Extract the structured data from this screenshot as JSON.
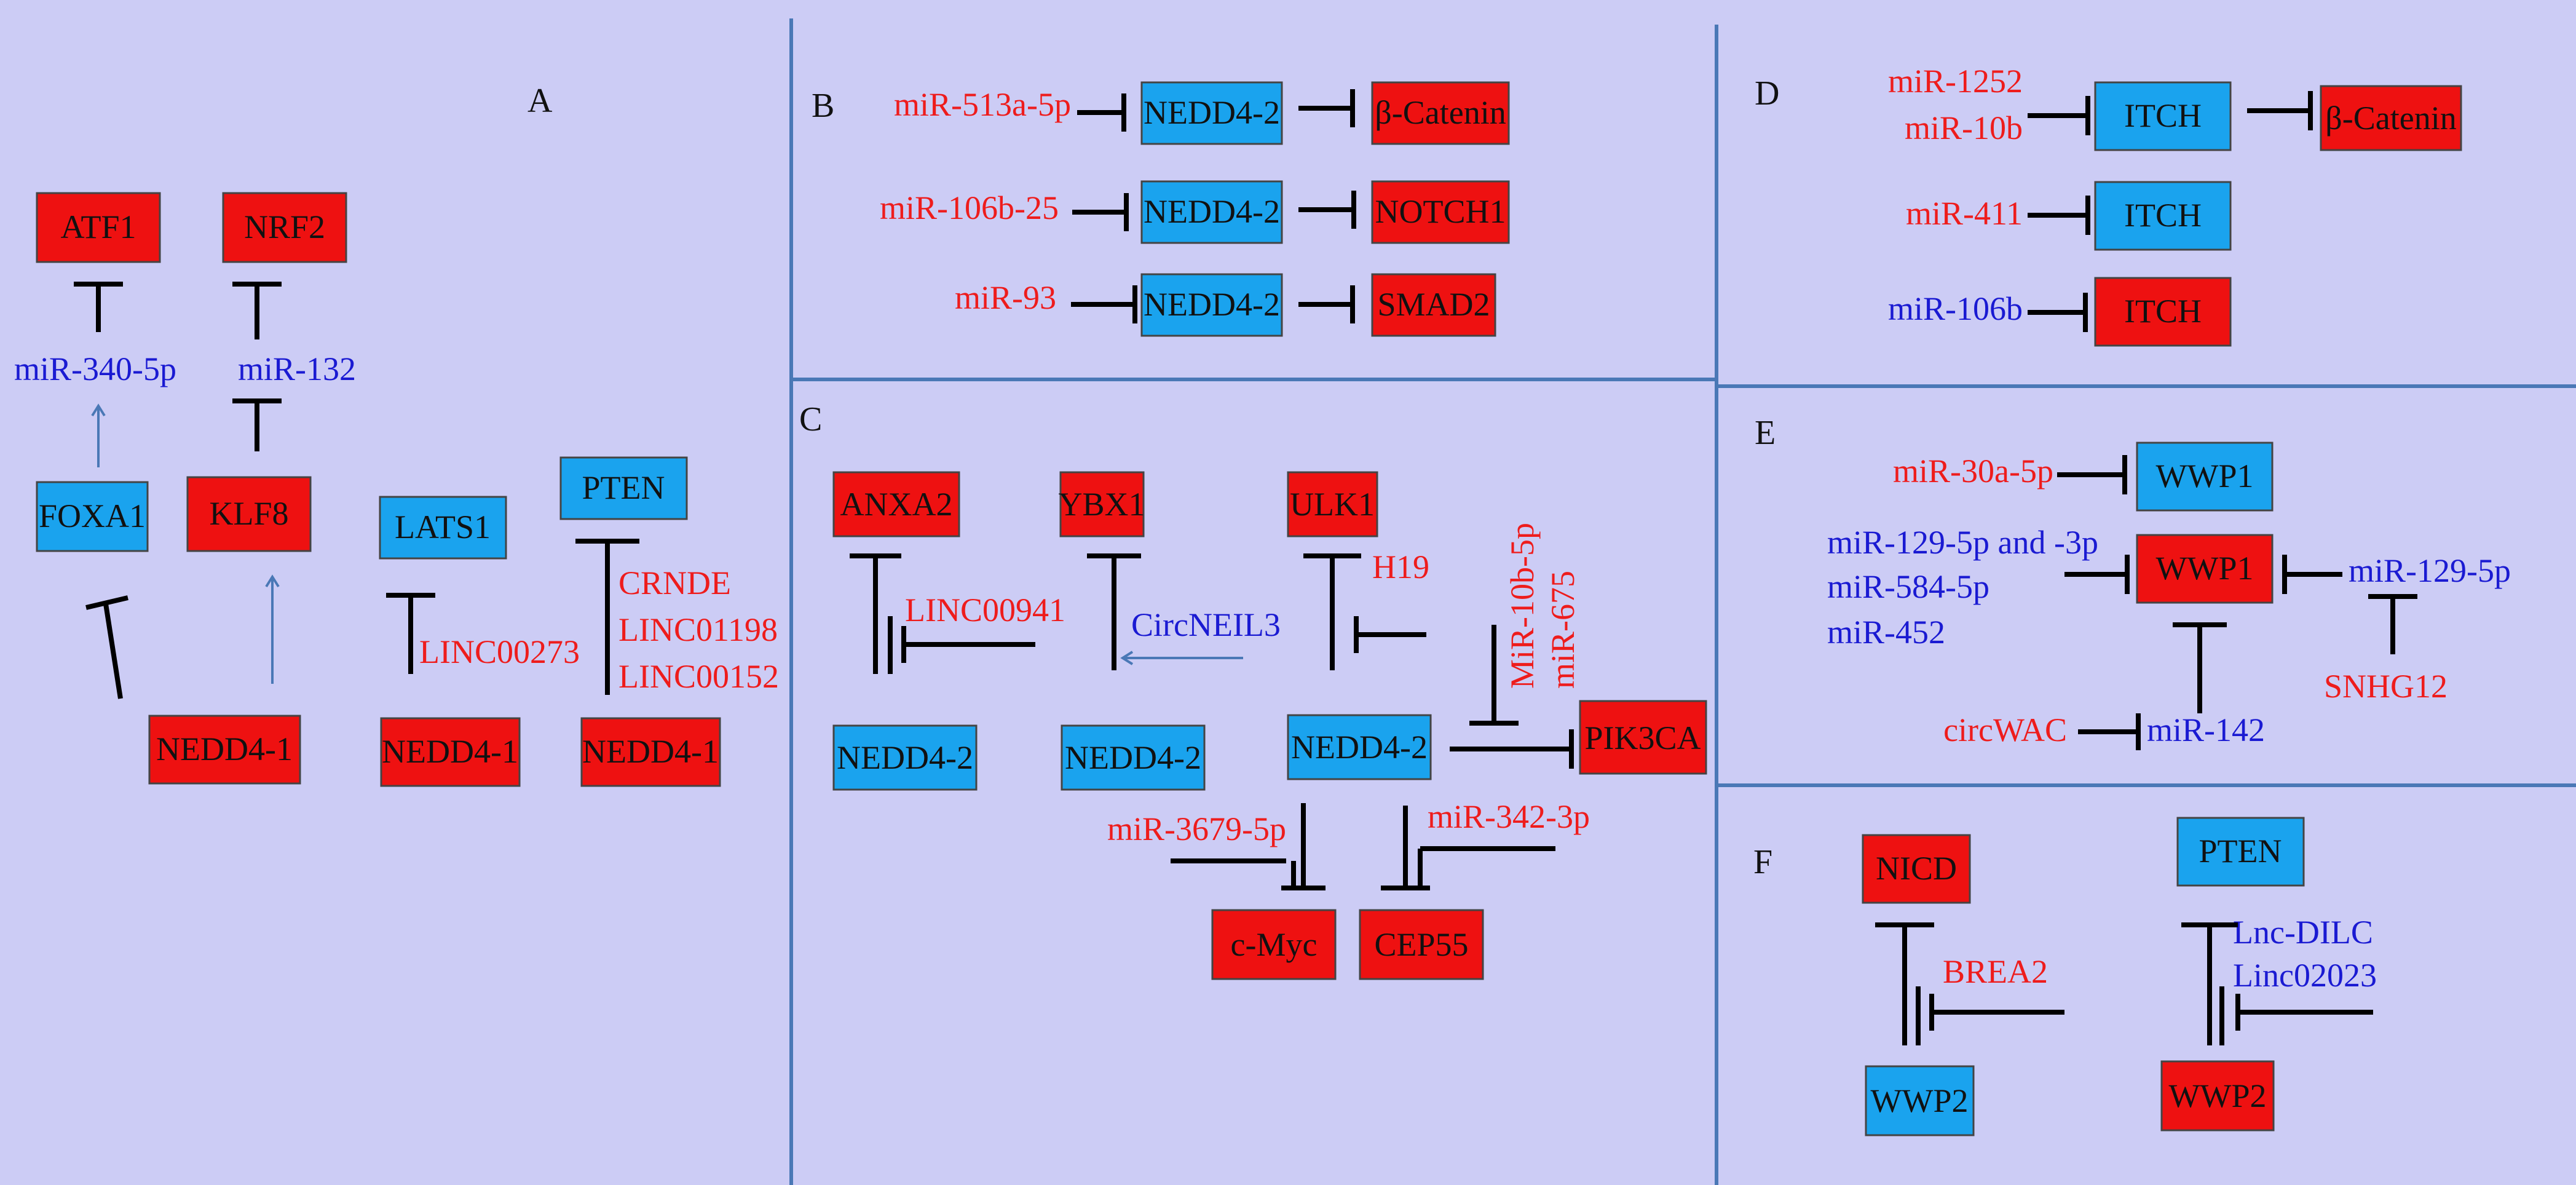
{
  "panels": {
    "a": {
      "label": "A",
      "boxes": {
        "atf1": "ATF1",
        "nrf2": "NRF2",
        "foxa1": "FOXA1",
        "klf8": "KLF8",
        "lats1": "LATS1",
        "pten": "PTEN",
        "nedd4_1_a": "NEDD4-1",
        "nedd4_1_b": "NEDD4-1",
        "nedd4_1_c": "NEDD4-1"
      },
      "texts": {
        "mir340": "miR-340-5p",
        "mir132": "miR-132",
        "linc00273": "LINC00273",
        "crnde": "CRNDE",
        "linc01198": "LINC01198",
        "linc00152": "LINC00152"
      }
    },
    "b": {
      "label": "B",
      "boxes": {
        "nedd4_2_1": "NEDD4-2",
        "bcat": "β-Catenin",
        "nedd4_2_2": "NEDD4-2",
        "notch1": "NOTCH1",
        "nedd4_2_3": "NEDD4-2",
        "smad2": "SMAD2"
      },
      "texts": {
        "mir513": "miR-513a-5p",
        "mir106b25": "miR-106b-25",
        "mir93": "miR-93"
      }
    },
    "c": {
      "label": "C",
      "boxes": {
        "anxa2": "ANXA2",
        "ybx1": "YBX1",
        "ulk1": "ULK1",
        "nedd4_2_a": "NEDD4-2",
        "nedd4_2_b": "NEDD4-2",
        "nedd4_2_c": "NEDD4-2",
        "pik3ca": "PIK3CA",
        "cmyc": "c-Myc",
        "cep55": "CEP55"
      },
      "texts": {
        "linc00941": "LINC00941",
        "circneil3": "CircNEIL3",
        "h19": "H19",
        "mir10b5p": "MiR-10b-5p",
        "mir675": "miR-675",
        "mir3679": "miR-3679-5p",
        "mir342": "miR-342-3p"
      }
    },
    "d": {
      "label": "D",
      "boxes": {
        "itch1": "ITCH",
        "bcat": "β-Catenin",
        "itch2": "ITCH",
        "itch3": "ITCH"
      },
      "texts": {
        "mir1252": "miR-1252",
        "mir10b": "miR-10b",
        "mir411": "miR-411",
        "mir106b": "miR-106b"
      }
    },
    "e": {
      "label": "E",
      "boxes": {
        "wwp1_a": "WWP1",
        "wwp1_b": "WWP1"
      },
      "texts": {
        "mir30a": "miR-30a-5p",
        "mir129_5p_3p": "miR-129-5p and -3p",
        "mir584": "miR-584-5p",
        "mir452": "miR-452",
        "mir129_5p": "miR-129-5p",
        "snhg12": "SNHG12",
        "circwac": "circWAC",
        "mir142": "miR-142"
      }
    },
    "f": {
      "label": "F",
      "boxes": {
        "nicd": "NICD",
        "pten": "PTEN",
        "wwp2_a": "WWP2",
        "wwp2_b": "WWP2"
      },
      "texts": {
        "brea2": "BREA2",
        "lncdilc": "Lnc-DILC",
        "linc02023": "Linc02023"
      }
    }
  },
  "colors": {
    "red_box": "#ee1111",
    "blue_box": "#1aa3ee",
    "background": "#ccccf5",
    "red_text": "#ee1c1c",
    "blue_text": "#1a1ad2",
    "divider": "#4a78b6"
  }
}
